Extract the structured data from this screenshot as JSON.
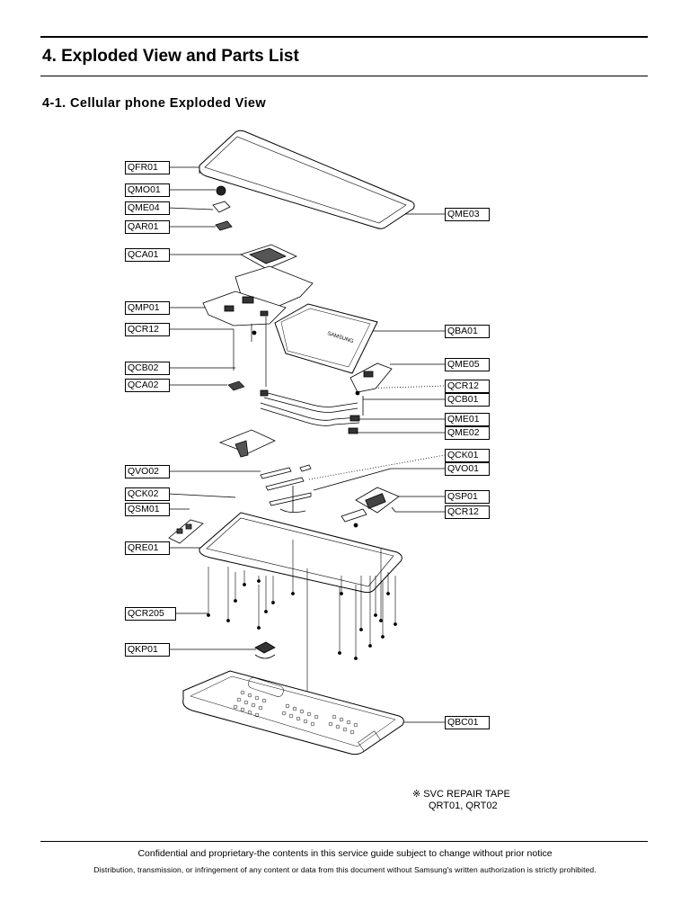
{
  "section_title": "4. Exploded View and Parts List",
  "subsection_title": "4-1. Cellular phone Exploded View",
  "left_labels": {
    "qfr01": "QFR01",
    "qmo01": "QMO01",
    "qme04": "QME04",
    "qar01": "QAR01",
    "qca01": "QCA01",
    "qmp01": "QMP01",
    "qcr12": "QCR12",
    "qcb02": "QCB02",
    "qca02": "QCA02",
    "qvo02": "QVO02",
    "qck02": "QCK02",
    "qsm01": "QSM01",
    "qre01": "QRE01",
    "qcr205": "QCR205",
    "qkp01": "QKP01"
  },
  "right_labels": {
    "qme03": "QME03",
    "qba01": "QBA01",
    "qme05": "QME05",
    "qcr12_a": "QCR12",
    "qcb01": "QCB01",
    "qme01": "QME01",
    "qme02": "QME02",
    "qck01": "QCK01",
    "qvo01": "QVO01",
    "qsp01": "QSP01",
    "qcr12_b": "QCR12",
    "qbc01": "QBC01"
  },
  "battery_text": "SAMSUNG",
  "note": {
    "symbol": "※",
    "line1": "SVC REPAIR TAPE",
    "line2": "QRT01, QRT02"
  },
  "footer": {
    "line1": "Confidential and proprietary-the contents in this service guide subject to change without prior notice",
    "line2": "Distribution, transmission, or infringement of any content or data from this document without Samsung's written authorization is strictly prohibited."
  }
}
